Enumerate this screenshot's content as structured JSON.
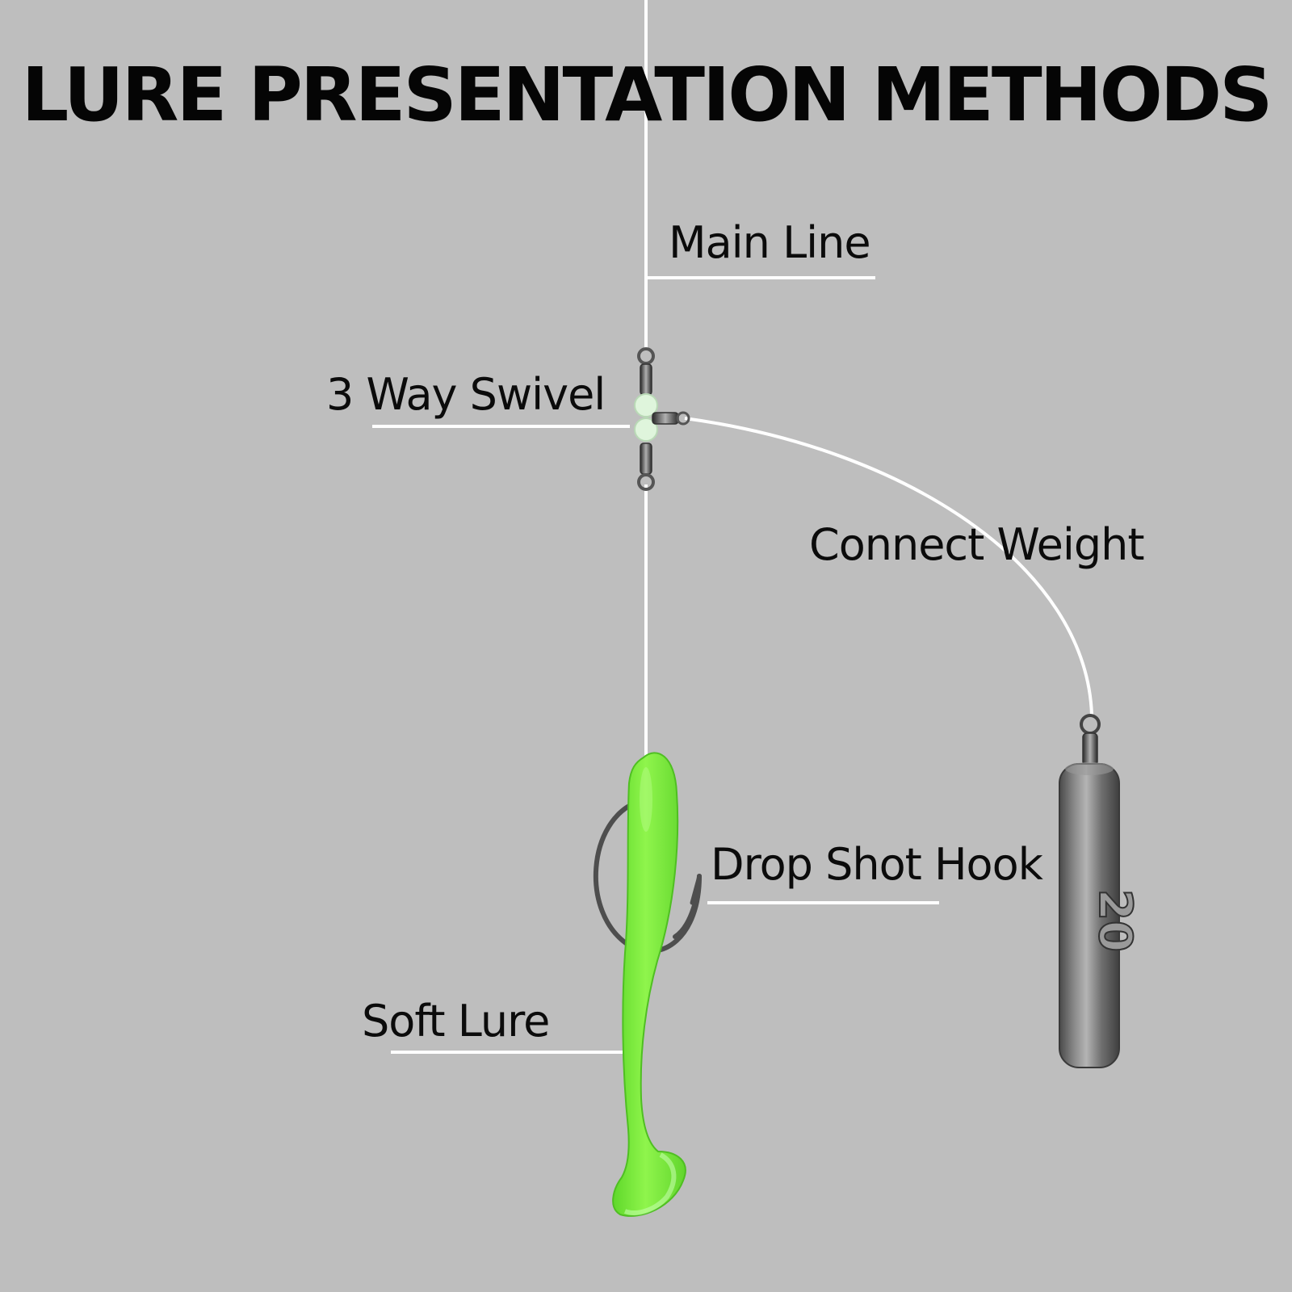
{
  "title": "LURE PRESENTATION METHODS",
  "labels": {
    "main_line": "Main Line",
    "swivel": "3 Way Swivel",
    "connect_weight": "Connect Weight",
    "hook": "Drop Shot Hook",
    "soft_lure": "Soft Lure"
  },
  "sinker_marking": "20",
  "colors": {
    "background": "#bebebe",
    "line": "#ffffff",
    "text": "#050505",
    "lure": "#7ef03a",
    "sinker": "#6e6e6e"
  }
}
